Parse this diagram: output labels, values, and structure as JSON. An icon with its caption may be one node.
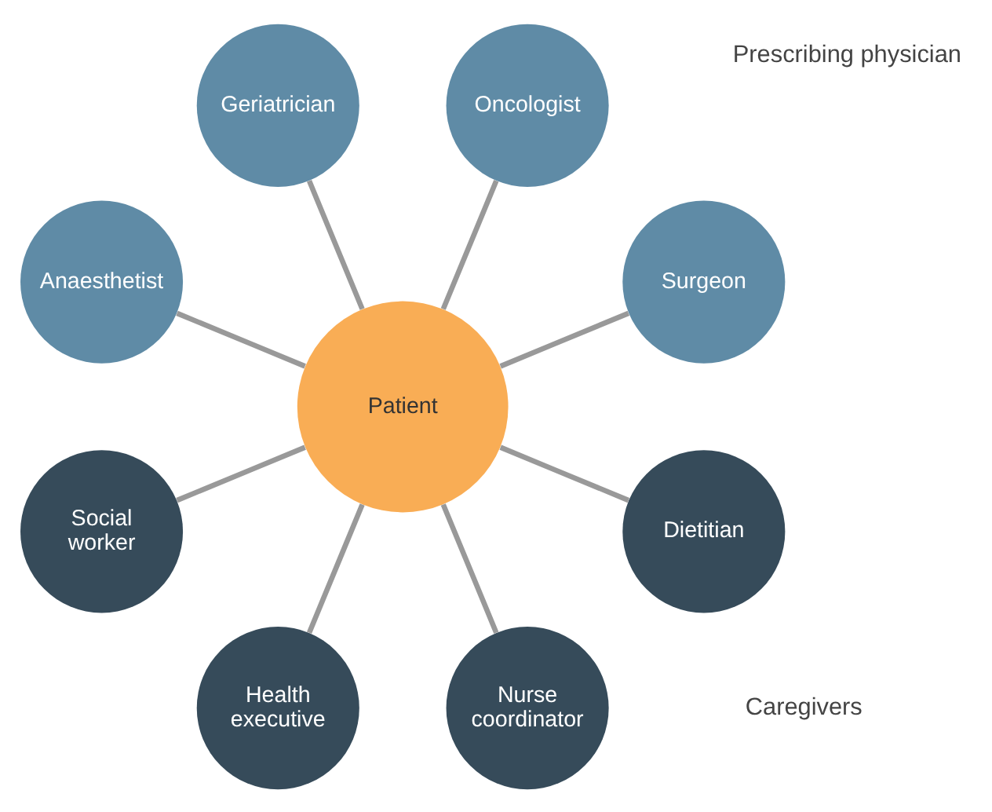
{
  "diagram": {
    "nodes": [
      {
        "text": [
          "Patient"
        ]
      },
      {
        "text": [
          "Surgeon"
        ]
      },
      {
        "text": [
          "Oncologist"
        ]
      },
      {
        "text": [
          "Geriatrician"
        ]
      },
      {
        "text": [
          "Anaesthetist"
        ]
      },
      {
        "text": [
          "Social worker"
        ]
      },
      {
        "text": [
          "Health executive"
        ]
      },
      {
        "text": [
          "Nurse coordinator"
        ]
      },
      {
        "text": [
          "Dietitian"
        ]
      }
    ],
    "edges": [
      {
        "from": 0,
        "to": 1,
        "arrow": "none"
      },
      {
        "from": 0,
        "to": 2,
        "arrow": "none"
      },
      {
        "from": 0,
        "to": 3,
        "arrow": "none"
      },
      {
        "from": 0,
        "to": 4,
        "arrow": "none"
      },
      {
        "from": 0,
        "to": 5,
        "arrow": "none"
      },
      {
        "from": 0,
        "to": 6,
        "arrow": "none"
      },
      {
        "from": 0,
        "to": 7,
        "arrow": "none"
      },
      {
        "from": 0,
        "to": 8,
        "arrow": "none"
      }
    ],
    "labels": [
      "Prescribing physician",
      "Caregivers"
    ]
  }
}
